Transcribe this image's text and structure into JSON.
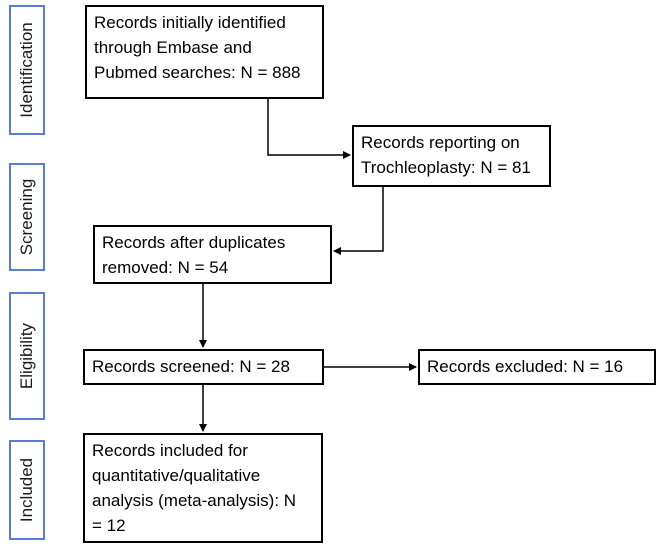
{
  "stages": {
    "identification": "Identification",
    "screening": "Screening",
    "eligibility": "Eligibility",
    "included": "Included"
  },
  "boxes": {
    "identified": "Records initially identified\nthrough Embase and\nPubmed searches: N = 888",
    "trochleoplasty": "Records reporting on\nTrochleoplasty: N = 81",
    "duplicates_removed": "Records after duplicates\nremoved: N = 54",
    "screened": "Records screened: N = 28",
    "excluded": "Records excluded: N = 16",
    "included": "Records included for\nquantitative/qualitative\nanalysis (meta-analysis): N\n= 12"
  },
  "colors": {
    "stage_border": "#5b7bd5",
    "box_border": "#000000",
    "connector": "#000000"
  }
}
